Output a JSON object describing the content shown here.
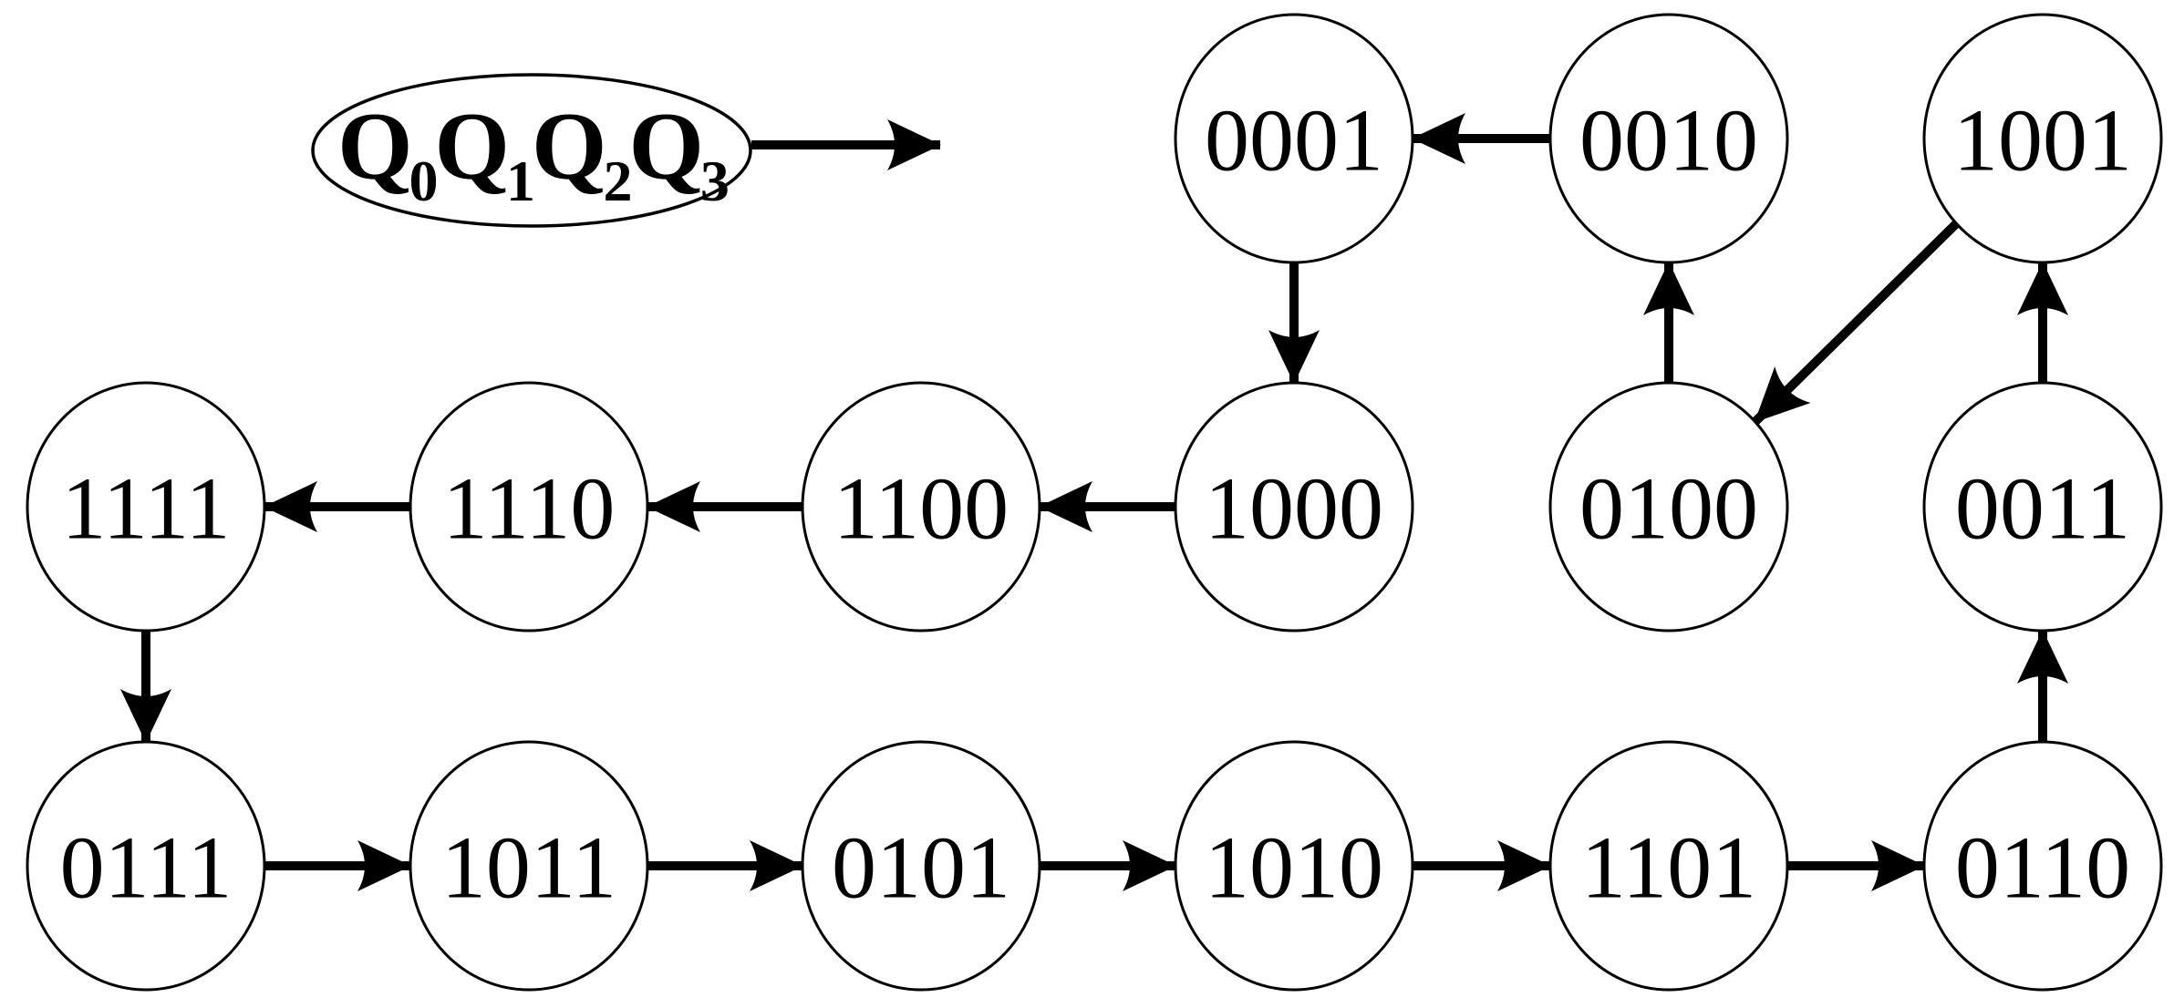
{
  "page": {
    "background": "#ffffff"
  },
  "diagram": {
    "type": "state-transition-graph",
    "colors": {
      "stroke": "#000000",
      "node_fill": "#ffffff",
      "text": "#000000"
    },
    "legend": {
      "plain_text": "Q0Q1Q2Q3",
      "terms": [
        {
          "base": "Q",
          "sub": "0"
        },
        {
          "base": "Q",
          "sub": "1"
        },
        {
          "base": "Q",
          "sub": "2"
        },
        {
          "base": "Q",
          "sub": "3"
        }
      ]
    },
    "nodes": [
      {
        "id": "0001",
        "label": "0001",
        "row": 0,
        "col": 3
      },
      {
        "id": "0010",
        "label": "0010",
        "row": 0,
        "col": 4
      },
      {
        "id": "1001",
        "label": "1001",
        "row": 0,
        "col": 5
      },
      {
        "id": "1111",
        "label": "1111",
        "row": 1,
        "col": 0
      },
      {
        "id": "1110",
        "label": "1110",
        "row": 1,
        "col": 1
      },
      {
        "id": "1100",
        "label": "1100",
        "row": 1,
        "col": 2
      },
      {
        "id": "1000",
        "label": "1000",
        "row": 1,
        "col": 3
      },
      {
        "id": "0100",
        "label": "0100",
        "row": 1,
        "col": 4
      },
      {
        "id": "0011",
        "label": "0011",
        "row": 1,
        "col": 5
      },
      {
        "id": "0111",
        "label": "0111",
        "row": 2,
        "col": 0
      },
      {
        "id": "1011",
        "label": "1011",
        "row": 2,
        "col": 1
      },
      {
        "id": "0101",
        "label": "0101",
        "row": 2,
        "col": 2
      },
      {
        "id": "1010",
        "label": "1010",
        "row": 2,
        "col": 3
      },
      {
        "id": "1101",
        "label": "1101",
        "row": 2,
        "col": 4
      },
      {
        "id": "0110",
        "label": "0110",
        "row": 2,
        "col": 5
      }
    ],
    "edges": [
      {
        "from": "0010",
        "to": "0001"
      },
      {
        "from": "0001",
        "to": "1000"
      },
      {
        "from": "0100",
        "to": "0010"
      },
      {
        "from": "1001",
        "to": "0100"
      },
      {
        "from": "0011",
        "to": "1001"
      },
      {
        "from": "0110",
        "to": "0011"
      },
      {
        "from": "1000",
        "to": "1100"
      },
      {
        "from": "1100",
        "to": "1110"
      },
      {
        "from": "1110",
        "to": "1111"
      },
      {
        "from": "1111",
        "to": "0111"
      },
      {
        "from": "0111",
        "to": "1011"
      },
      {
        "from": "1011",
        "to": "0101"
      },
      {
        "from": "0101",
        "to": "1010"
      },
      {
        "from": "1010",
        "to": "1101"
      },
      {
        "from": "1101",
        "to": "0110"
      }
    ]
  }
}
